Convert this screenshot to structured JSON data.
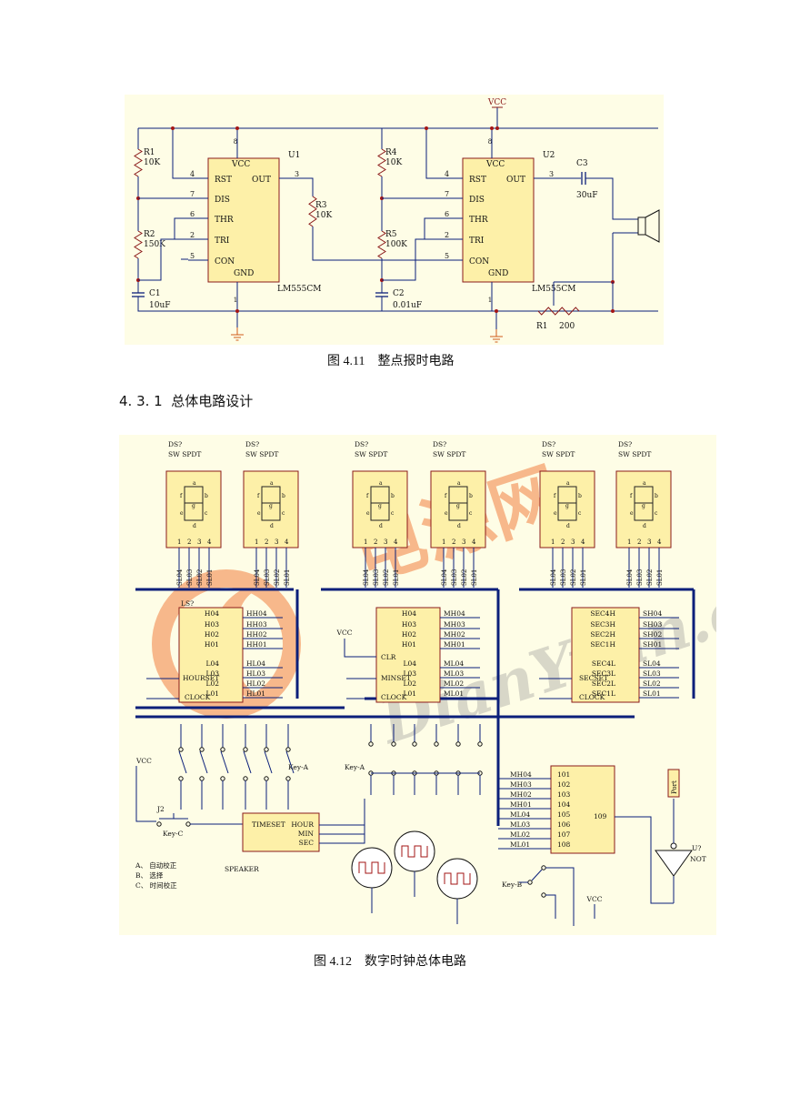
{
  "figure1": {
    "caption": "图 4.11    整点报时电路",
    "vcc": "VCC",
    "u1": {
      "ref": "U1",
      "part": "LM555CM"
    },
    "u2": {
      "ref": "U2",
      "part": "LM555CM"
    },
    "chip_pins_left": [
      "RST",
      "DIS",
      "THR",
      "TRI",
      "CON"
    ],
    "chip_pin_vcc": "VCC",
    "chip_pin_out": "OUT",
    "chip_pin_gnd": "GND",
    "pin_numbers_left": [
      "4",
      "7",
      "6",
      "2",
      "5"
    ],
    "pin_out_number": "3",
    "pin_top": "8",
    "pin_bottom": "1",
    "components": {
      "r1": {
        "ref": "R1",
        "val": "10K"
      },
      "r2": {
        "ref": "R2",
        "val": "150K"
      },
      "r3": {
        "ref": "R3",
        "val": "10K"
      },
      "r4": {
        "ref": "R4",
        "val": "10K"
      },
      "r5": {
        "ref": "R5",
        "val": "100K"
      },
      "c1": {
        "ref": "C1",
        "val": "10uF"
      },
      "c2": {
        "ref": "C2",
        "val": "0.01uF"
      },
      "c3": {
        "ref": "C3",
        "val": "30uF"
      },
      "r1b": {
        "ref": "R1",
        "val": "200"
      }
    }
  },
  "section_heading": "4. 3. 1  总体电路设计",
  "figure2": {
    "caption": "图 4.12    数字时钟总体电路",
    "display_header": [
      "DS?",
      "SW SPDT"
    ],
    "seg_letters": [
      "a",
      "f",
      "g",
      "b",
      "e",
      "c",
      "d"
    ],
    "display_pin_nums": [
      "1",
      "2",
      "3",
      "4"
    ],
    "display_groups": [
      [
        "SL04",
        "SL03",
        "SL02",
        "SL01"
      ],
      [
        "SL04",
        "SL03",
        "SL02",
        "SL01"
      ],
      [
        "SL04",
        "SL03",
        "SL02",
        "SL01"
      ],
      [
        "SL04",
        "SL03",
        "SL02",
        "SL01"
      ],
      [
        "SL04",
        "SL03",
        "SL02",
        "SL01"
      ],
      [
        "SL04",
        "SL03",
        "SL02",
        "SL01"
      ]
    ],
    "hour_block": {
      "ref": "LS?",
      "left": [
        "HOURSET",
        "CLOCK"
      ],
      "inner": [
        "H04",
        "H03",
        "H02",
        "H01",
        "L04",
        "L03",
        "L02",
        "L01"
      ],
      "outputs": [
        "HH04",
        "HH03",
        "HH02",
        "HH01",
        "HL04",
        "HL03",
        "HL02",
        "HL01"
      ]
    },
    "min_block": {
      "left": [
        "CLR",
        "MINSET",
        "CLOCK"
      ],
      "inner": [
        "H04",
        "H03",
        "H02",
        "H01",
        "L04",
        "L03",
        "L02",
        "L01"
      ],
      "outputs": [
        "MH04",
        "MH03",
        "MH02",
        "MH01",
        "ML04",
        "ML03",
        "ML02",
        "ML01"
      ]
    },
    "sec_block": {
      "left": [
        "SECSET",
        "CLOCK"
      ],
      "inner": [
        "SEC4H",
        "SEC3H",
        "SEC2H",
        "SEC1H",
        "SEC4L",
        "SEC3L",
        "SEC2L",
        "SEC1L"
      ],
      "outputs": [
        "SH04",
        "SH03",
        "SH02",
        "SH01",
        "SL04",
        "SL03",
        "SL02",
        "SL01"
      ]
    },
    "vcc": "VCC",
    "key_a": "Key-A",
    "key_b": "Key-B",
    "key_c": "Key-C",
    "j2": "J2",
    "timeset_block": {
      "left": "TIMESET",
      "right": [
        "HOUR",
        "MIN",
        "SEC"
      ]
    },
    "speaker": "SPEAKER",
    "notes": [
      "A、 自动校正",
      "B、 选择",
      "C、 时间校正"
    ],
    "compare_inputs": [
      "MH04",
      "MH03",
      "MH02",
      "MH01",
      "ML04",
      "ML03",
      "ML02",
      "ML01"
    ],
    "compare_pins": [
      "101",
      "102",
      "103",
      "104",
      "105",
      "106",
      "107",
      "108"
    ],
    "compare_out": "109",
    "not_gate": {
      "ref": "U?",
      "name": "NOT"
    },
    "port": "Port",
    "watermark": "DianYuan.com",
    "watermark_cn": "电源网"
  },
  "colors": {
    "paper": "#fefde6",
    "wire": "#0b1f7a",
    "chip": "#fdf0a8",
    "chip_border": "#8b1a1a",
    "junction": "#a31515",
    "ground": "#d05a1a",
    "watermark": "#f08040"
  }
}
